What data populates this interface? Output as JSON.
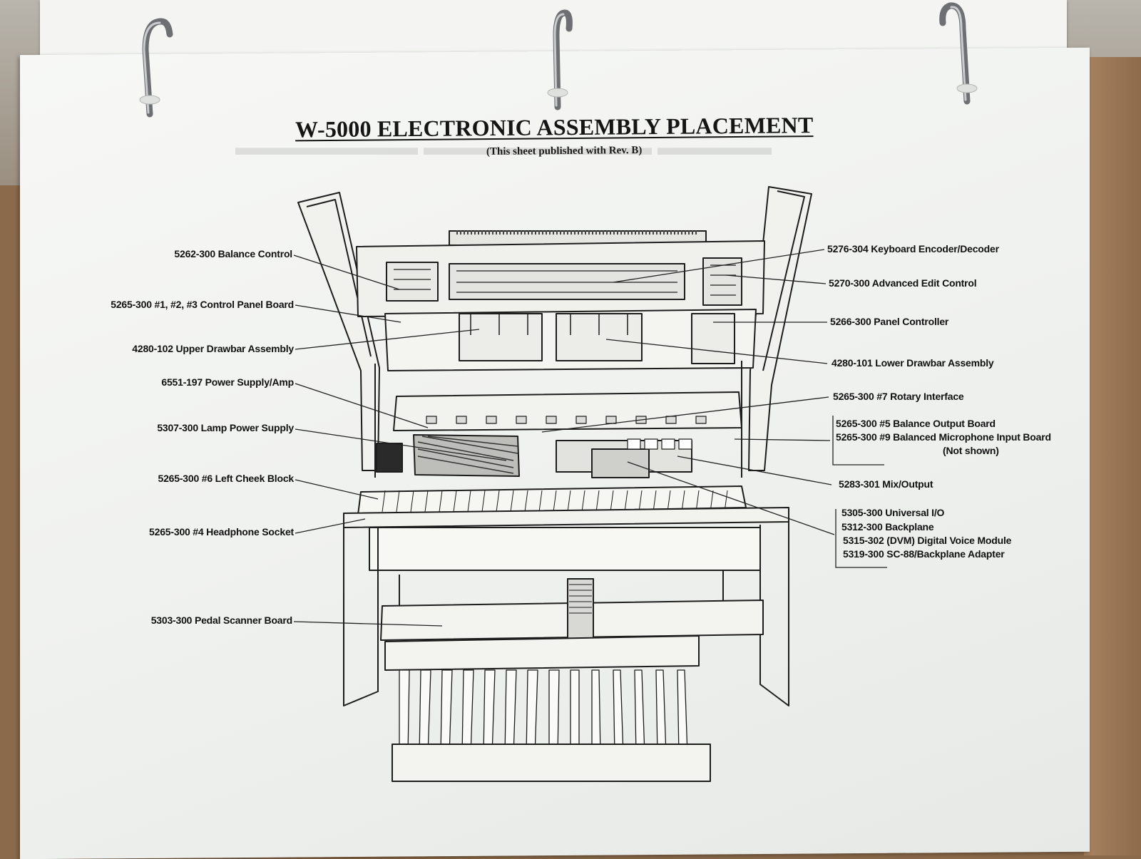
{
  "document": {
    "title": "W-5000 ELECTRONIC ASSEMBLY PLACEMENT",
    "subtitle": "(This sheet published with Rev. B)"
  },
  "left_labels": [
    "5262-300 Balance Control",
    "5265-300 #1, #2, #3 Control Panel Board",
    "4280-102 Upper Drawbar Assembly",
    "6551-197 Power Supply/Amp",
    "5307-300 Lamp Power Supply",
    "5265-300 #6 Left Cheek Block",
    "5265-300 #4 Headphone Socket",
    "5303-300 Pedal Scanner Board"
  ],
  "right_labels": {
    "keyboard_encoder": "5276-304 Keyboard Encoder/Decoder",
    "advanced_edit": "5270-300 Advanced Edit Control",
    "panel_controller": "5266-300 Panel Controller",
    "lower_drawbar": "4280-101 Lower Drawbar Assembly",
    "rotary_interface": "5265-300 #7 Rotary Interface",
    "balance_output": "5265-300 #5 Balance Output Board",
    "balanced_mic": "5265-300 #9 Balanced Microphone Input Board",
    "not_shown": "(Not shown)",
    "mix_output": "5283-301 Mix/Output",
    "universal_io": "5305-300 Universal I/O",
    "backplane": "5312-300 Backplane",
    "dvm": "5315-302 (DVM) Digital Voice Module",
    "sc88_adapter": "5319-300 SC-88/Backplane Adapter"
  }
}
